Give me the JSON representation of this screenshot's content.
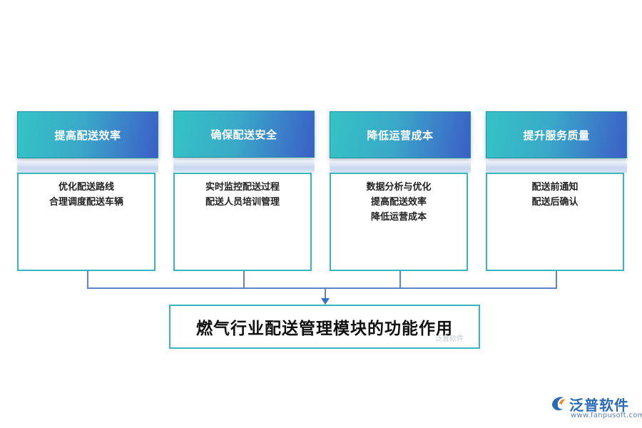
{
  "columns": [
    {
      "title": "提高配送效率",
      "items": [
        "优化配送路线",
        "合理调度配送车辆"
      ]
    },
    {
      "title": "确保配送安全",
      "items": [
        "实时监控配送过程",
        "配送人员培训管理"
      ]
    },
    {
      "title": "降低运营成本",
      "items": [
        "数据分析与优化",
        "提高配送效率",
        "降低运营成本"
      ]
    },
    {
      "title": "提升服务质量",
      "items": [
        "配送前通知",
        "配送后确认"
      ]
    }
  ],
  "result": {
    "title": "燃气行业配送管理模块的功能作用"
  },
  "watermark": {
    "text": "泛普软件"
  },
  "logo": {
    "name": "泛普软件",
    "url": "www.fanpusoft.com"
  },
  "colors": {
    "header_gradient_start": "#34c3c5",
    "header_gradient_end": "#3b5fc6",
    "border": "#35b7c0",
    "connector": "#5a86c8"
  }
}
